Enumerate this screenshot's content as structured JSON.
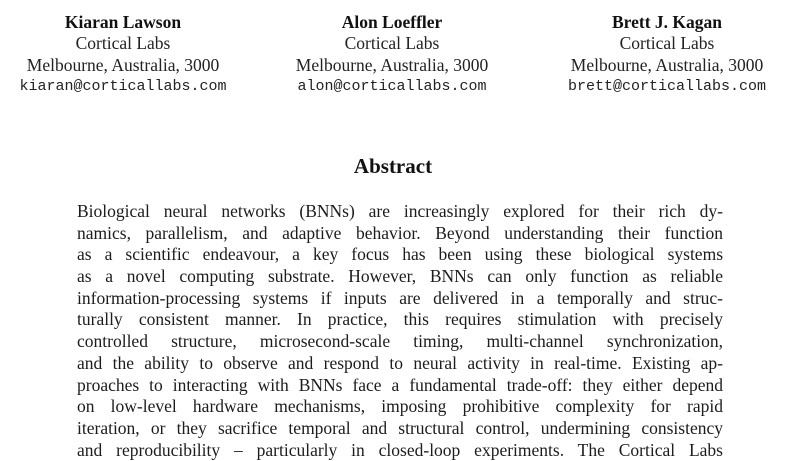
{
  "authors": [
    {
      "name": "Kiaran Lawson",
      "affiliation": "Cortical Labs",
      "address": "Melbourne, Australia, 3000",
      "email": "kiaran@corticallabs.com"
    },
    {
      "name": "Alon Loeffler",
      "affiliation": "Cortical Labs",
      "address": "Melbourne, Australia, 3000",
      "email": "alon@corticallabs.com"
    },
    {
      "name": "Brett J. Kagan",
      "affiliation": "Cortical Labs",
      "address": "Melbourne, Australia, 3000",
      "email": "brett@corticallabs.com"
    }
  ],
  "abstract": {
    "title": "Abstract",
    "lines": [
      "Biological neural networks (BNNs) are increasingly explored for their rich dy-",
      "namics, parallelism, and adaptive behavior. Beyond understanding their function",
      "as a scientific endeavour, a key focus has been using these biological systems",
      "as a novel computing substrate. However, BNNs can only function as reliable",
      "information-processing systems if inputs are delivered in a temporally and struc-",
      "turally consistent manner. In practice, this requires stimulation with precisely",
      "controlled structure, microsecond-scale timing, multi-channel synchronization,",
      "and the ability to observe and respond to neural activity in real-time. Existing ap-",
      "proaches to interacting with BNNs face a fundamental trade-off: they either depend",
      "on low-level hardware mechanisms, imposing prohibitive complexity for rapid",
      "iteration, or they sacrifice temporal and structural control, undermining consistency",
      "and reproducibility – particularly in closed-loop experiments. The Cortical Labs"
    ]
  }
}
